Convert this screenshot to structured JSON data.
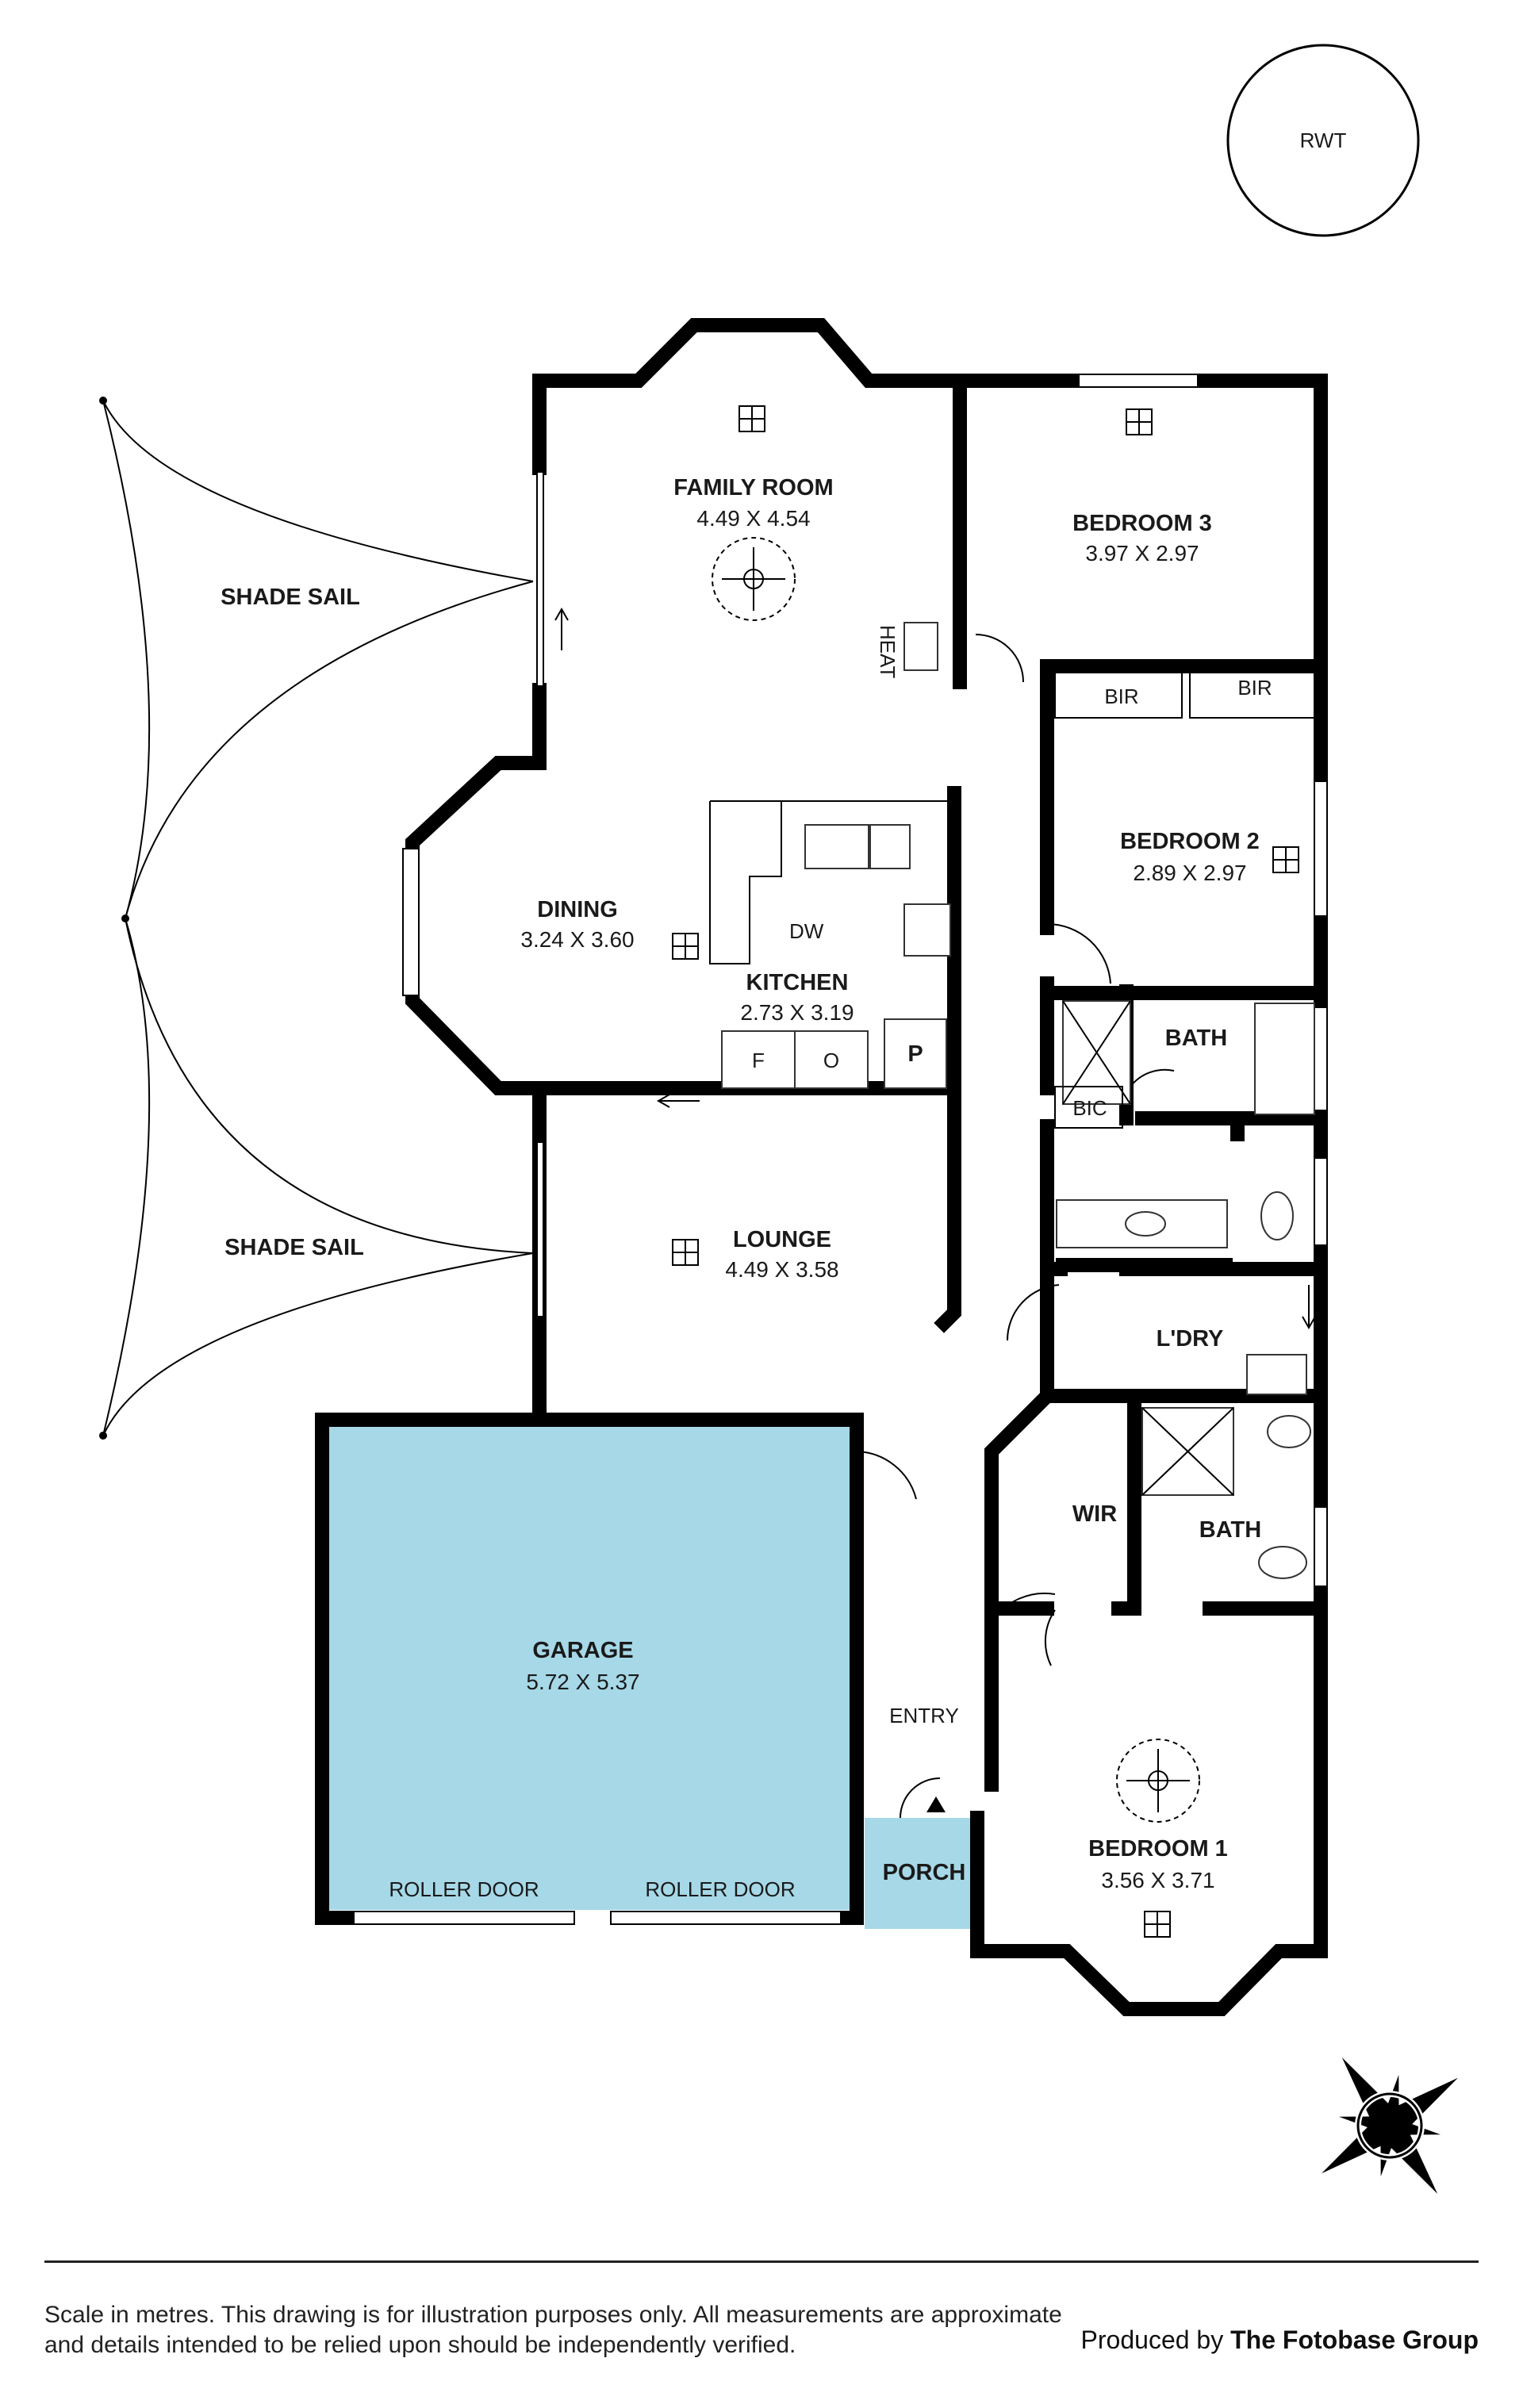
{
  "rooms": {
    "family_room": {
      "name": "FAMILY ROOM",
      "dims": "4.49 X 4.54"
    },
    "bedroom3": {
      "name": "BEDROOM 3",
      "dims": "3.97 X 2.97"
    },
    "bedroom2": {
      "name": "BEDROOM 2",
      "dims": "2.89 X 2.97"
    },
    "dining": {
      "name": "DINING",
      "dims": "3.24 X 3.60"
    },
    "kitchen": {
      "name": "KITCHEN",
      "dims": "2.73 X 3.19"
    },
    "lounge": {
      "name": "LOUNGE",
      "dims": "4.49 X 3.58"
    },
    "garage": {
      "name": "GARAGE",
      "dims": "5.72 X 5.37"
    },
    "bedroom1": {
      "name": "BEDROOM 1",
      "dims": "3.56 X 3.71"
    },
    "bath1": {
      "name": "BATH"
    },
    "bath2": {
      "name": "BATH"
    },
    "laundry": {
      "name": "L'DRY"
    },
    "wir": {
      "name": "WIR"
    },
    "porch": {
      "name": "PORCH"
    },
    "entry": {
      "name": "ENTRY"
    }
  },
  "fixtures": {
    "rwt": "RWT",
    "heat": "HEAT",
    "bir": "BIR",
    "bic": "BIC",
    "dw": "DW",
    "pantry": "P",
    "fridge": "F",
    "oven": "O",
    "roller_door": "ROLLER DOOR"
  },
  "outdoor": {
    "shade_sail_upper": "SHADE SAIL",
    "shade_sail_lower": "SHADE SAIL"
  },
  "colors": {
    "garage_fill": "#a6d8e7",
    "porch_fill": "#a6d8e7",
    "walls": "#000000"
  },
  "icons": [
    "compass-rose-icon",
    "ceiling-fan-icon",
    "light-point-icon"
  ],
  "footer": {
    "disclaimer": "Scale in metres. This drawing is for illustration purposes only. All measurements are approximate and details intended to be relied upon should be independently verified.",
    "credit_prefix": "Produced by",
    "credit_brand": "The Fotobase Group"
  }
}
